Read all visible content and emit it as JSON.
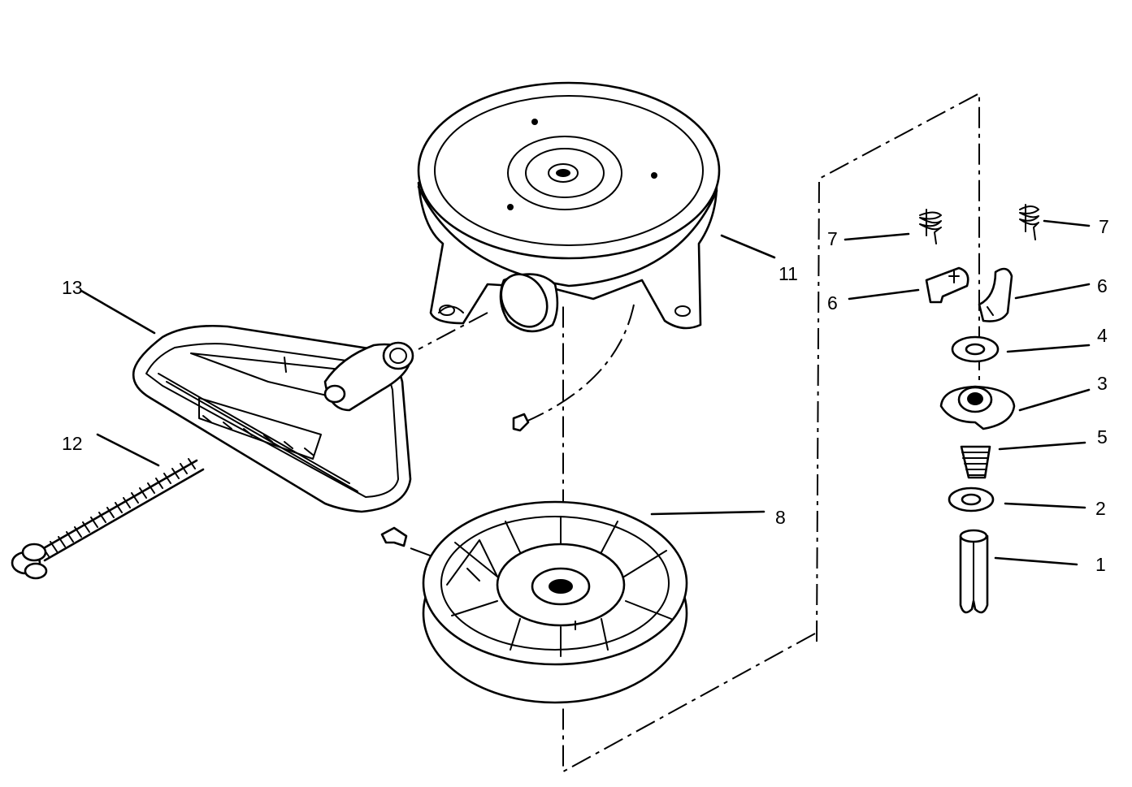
{
  "labels": {
    "p1": "1",
    "p2": "2",
    "p3": "3",
    "p4": "4",
    "p5": "5",
    "p6_left": "6",
    "p6_right": "6",
    "p7_left": "7",
    "p7_right": "7",
    "p8": "8",
    "p11": "11",
    "p12": "12",
    "p13": "13"
  }
}
